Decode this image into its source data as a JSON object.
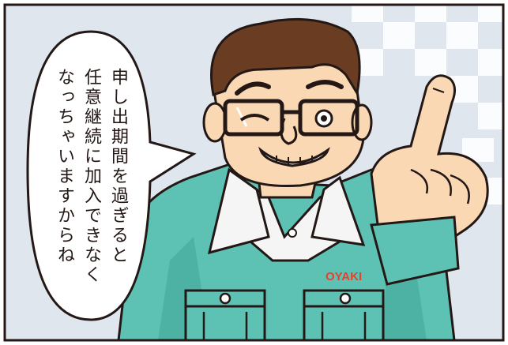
{
  "speech": {
    "lines": [
      "申し出期間を過ぎると",
      "任意継続に加入できなく",
      "なっちゃいますからね"
    ]
  },
  "uniform": {
    "logo_text": "OYAKI"
  },
  "colors": {
    "background": "#dfe6ee",
    "checker": "#ffffff",
    "skin": "#fad8b4",
    "hair": "#6a3c22",
    "jacket": "#5dc2b4",
    "jacket_shadow": "#43a597",
    "shirt": "#f5f5f5",
    "outline": "#231815",
    "logo": "#e8412a"
  },
  "icons": [
    "pointing-hand-icon",
    "glasses-icon"
  ]
}
